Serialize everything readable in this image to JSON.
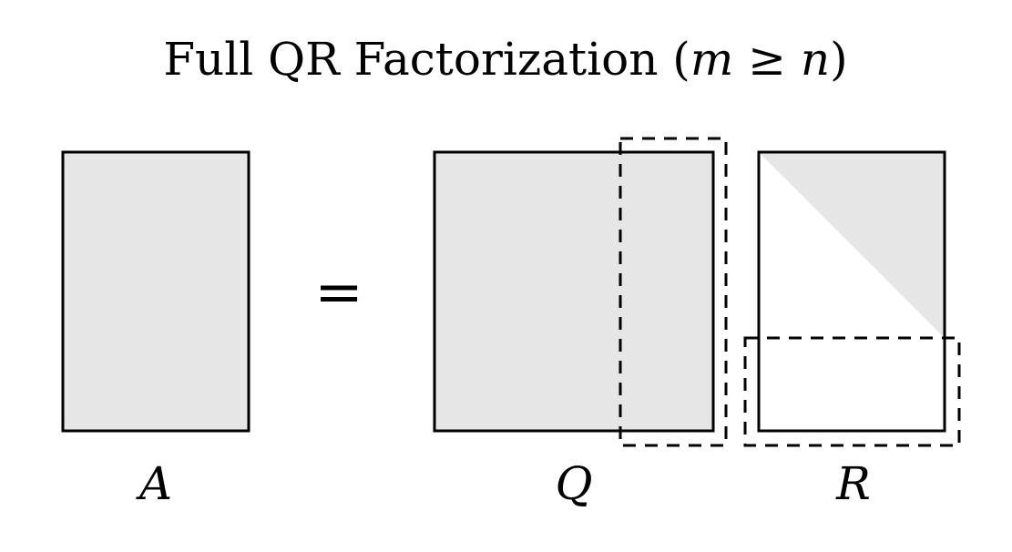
{
  "title": {
    "prefix": "Full QR Factorization (",
    "var_m": "m",
    "geq": " ≥ ",
    "var_n": "n",
    "suffix": ")"
  },
  "equals_sign": "=",
  "matrices": {
    "A": {
      "label": "A"
    },
    "Q": {
      "label": "Q"
    },
    "R": {
      "label": "R"
    }
  },
  "colors": {
    "fill": "#e6e6e6",
    "stroke": "#000000",
    "background": "#ffffff"
  }
}
